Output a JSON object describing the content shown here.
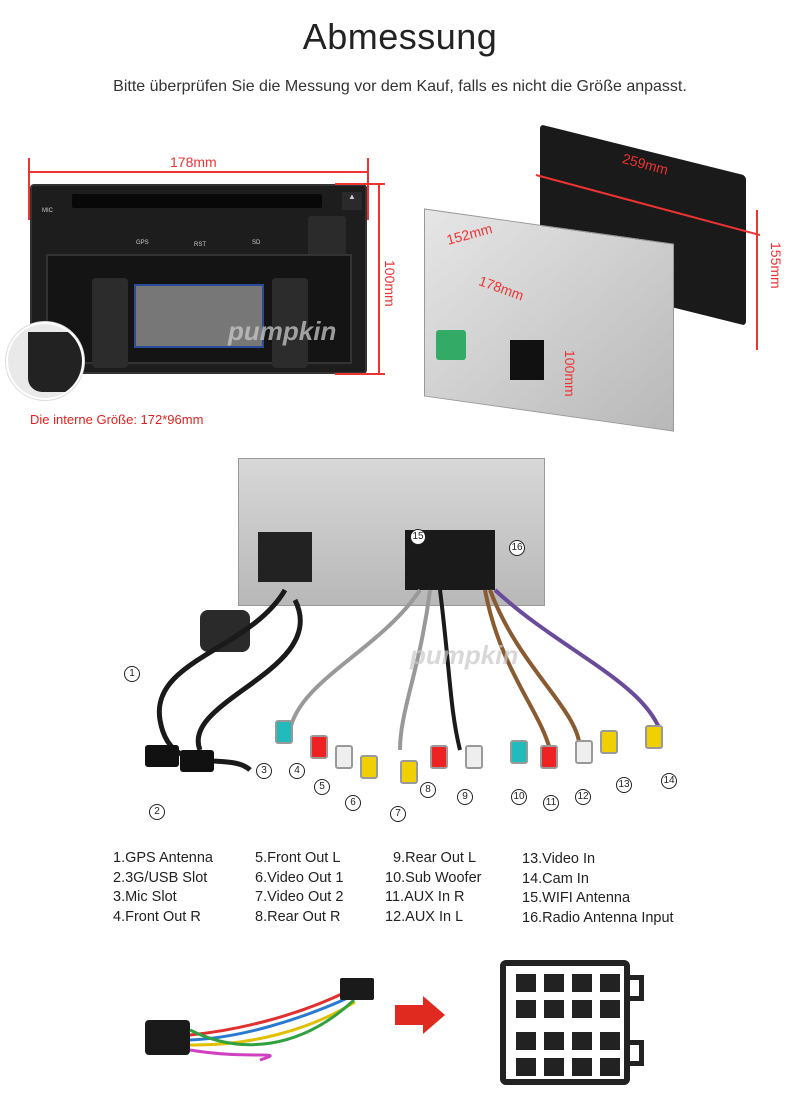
{
  "header": {
    "title": "Abmessung",
    "subtitle": "Bitte überprüfen Sie die Messung vor dem Kauf, falls es nicht die Größe anpasst."
  },
  "front_view": {
    "width": "178mm",
    "height": "100mm",
    "internal_size": "Die interne Größe: 172*96mm",
    "labels": {
      "mic": "MIC",
      "gps": "GPS",
      "rst": "RST",
      "sd": "SD"
    },
    "brand": "pumpkin"
  },
  "side_view": {
    "screen_width": "259mm",
    "depth": "152mm",
    "width": "178mm",
    "height": "100mm",
    "screen_height": "155mm"
  },
  "wiring": {
    "markers": [
      "1",
      "2",
      "3",
      "4",
      "5",
      "6",
      "7",
      "8",
      "9",
      "10",
      "11",
      "12",
      "13",
      "14",
      "15",
      "16"
    ],
    "brand": "pumpkin"
  },
  "legend": {
    "columns": [
      [
        "1.GPS Antenna",
        "2.3G/USB Slot",
        "3.Mic Slot",
        "4.Front Out R"
      ],
      [
        "5.Front Out L",
        "6.Video Out 1",
        "7.Video Out 2",
        "8.Rear Out R"
      ],
      [
        "9.Rear Out L",
        "10.Sub Woofer",
        "11.AUX In R",
        "12.AUX In L"
      ],
      [
        "13.Video In",
        "14.Cam In",
        "15.WIFI Antenna",
        "16.Radio Antenna Input"
      ]
    ]
  },
  "colors": {
    "accent": "#e02020"
  }
}
